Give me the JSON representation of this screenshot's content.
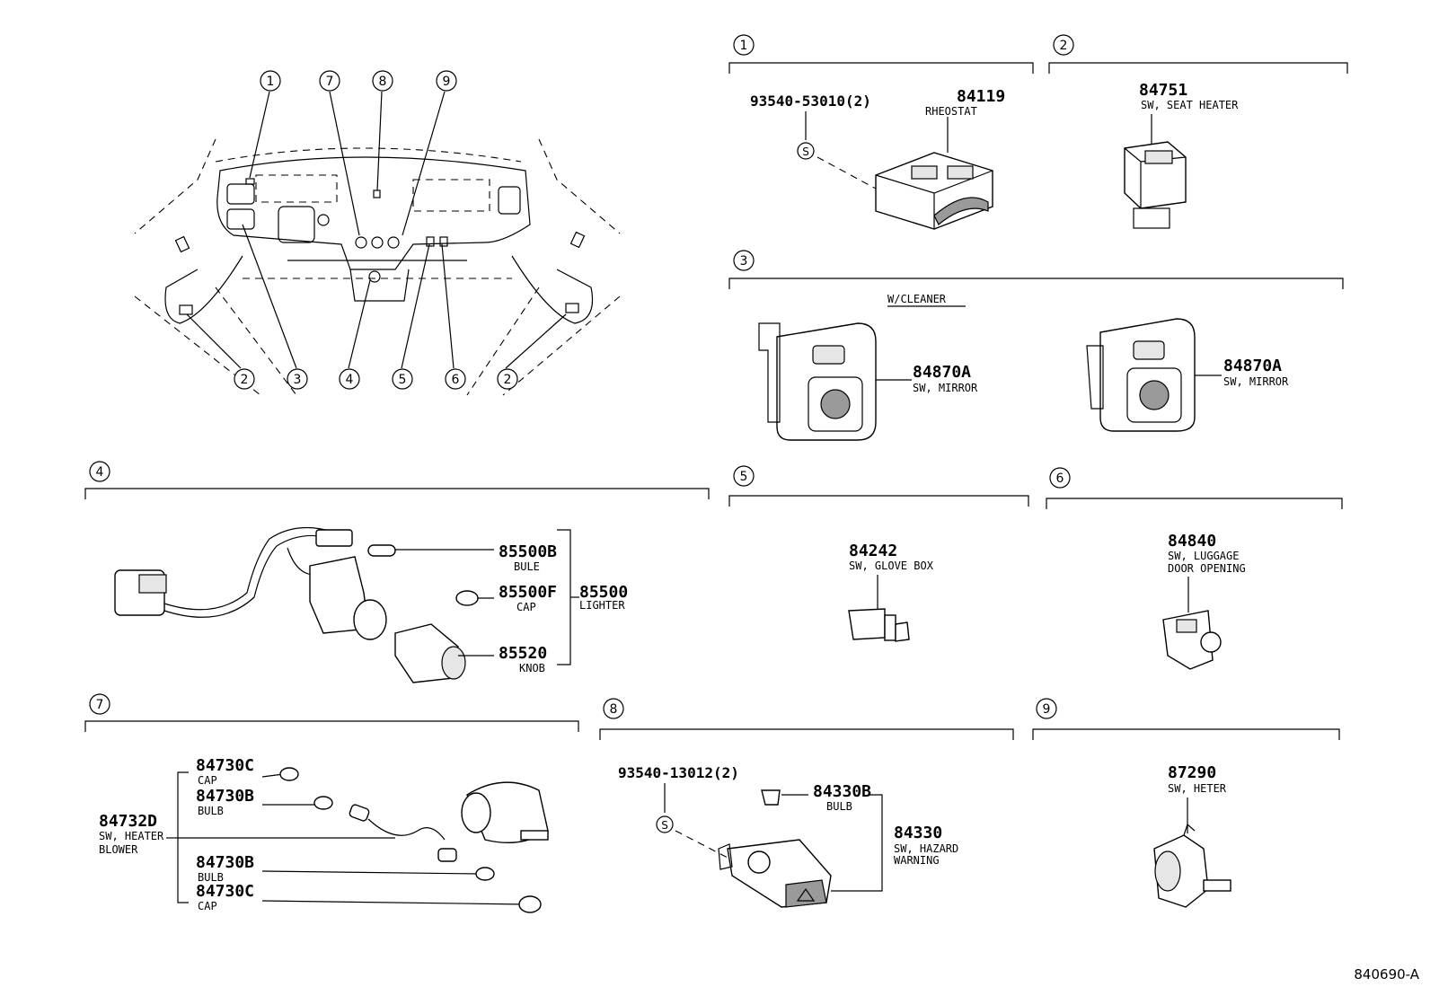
{
  "figure_id": "840690-A",
  "overview": {
    "callouts_top": [
      "1",
      "7",
      "8",
      "9"
    ],
    "callouts_bottom": [
      "2",
      "3",
      "4",
      "5",
      "6",
      "2"
    ]
  },
  "sections": [
    {
      "number": "1",
      "parts": [
        {
          "code": "84119",
          "name": "RHEOSTAT"
        },
        {
          "code": "93540-53010(2)"
        }
      ],
      "screw_symbol": "S"
    },
    {
      "number": "2",
      "parts": [
        {
          "code": "84751",
          "name": "SW, SEAT HEATER"
        }
      ]
    },
    {
      "number": "3",
      "variant": "W/CLEANER",
      "parts": [
        {
          "code": "84870A",
          "name": "SW, MIRROR"
        },
        {
          "code": "84870A",
          "name": "SW, MIRROR"
        }
      ]
    },
    {
      "number": "4",
      "parts": [
        {
          "code": "85500B",
          "name": "BULE"
        },
        {
          "code": "85500F",
          "name": "CAP"
        },
        {
          "code": "85500",
          "name": "LIGHTER"
        },
        {
          "code": "85520",
          "name": "KNOB"
        }
      ]
    },
    {
      "number": "5",
      "parts": [
        {
          "code": "84242",
          "name": "SW, GLOVE BOX"
        }
      ]
    },
    {
      "number": "6",
      "parts": [
        {
          "code": "84840",
          "name": "SW, LUGGAGE",
          "name2": "DOOR OPENING"
        }
      ]
    },
    {
      "number": "7",
      "parts": [
        {
          "code": "84730C",
          "name": "CAP"
        },
        {
          "code": "84730B",
          "name": "BULB"
        },
        {
          "code": "84732D",
          "name": "SW, HEATER",
          "name2": "BLOWER"
        },
        {
          "code": "84730B",
          "name": "BULB"
        },
        {
          "code": "84730C",
          "name": "CAP"
        }
      ]
    },
    {
      "number": "8",
      "parts": [
        {
          "code": "93540-13012(2)"
        },
        {
          "code": "84330B",
          "name": "BULB"
        },
        {
          "code": "84330",
          "name": "SW, HAZARD",
          "name2": "WARNING"
        }
      ],
      "screw_symbol": "S"
    },
    {
      "number": "9",
      "parts": [
        {
          "code": "87290",
          "name": "SW, HETER"
        }
      ]
    }
  ]
}
